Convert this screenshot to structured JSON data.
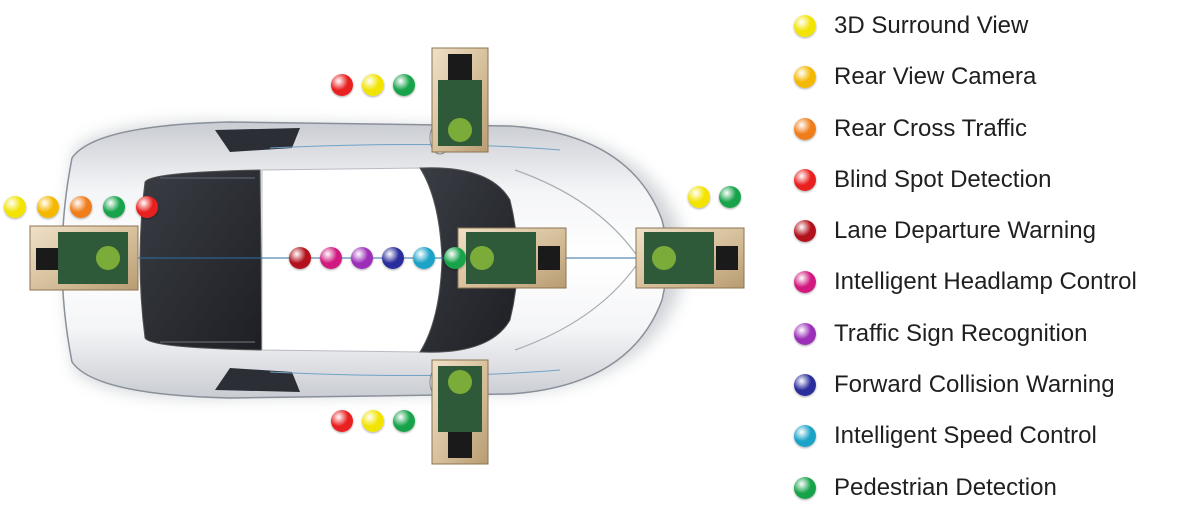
{
  "features": [
    {
      "key": "surround",
      "label": "3D Surround View",
      "color": "#f2e400"
    },
    {
      "key": "rearcam",
      "label": "Rear View Camera",
      "color": "#f5b800"
    },
    {
      "key": "crosstraf",
      "label": "Rear Cross Traffic",
      "color": "#f07d1a"
    },
    {
      "key": "blindspot",
      "label": "Blind Spot Detection",
      "color": "#e8201f"
    },
    {
      "key": "lane",
      "label": "Lane Departure Warning",
      "color": "#b3121c"
    },
    {
      "key": "headlamp",
      "label": "Intelligent Headlamp Control",
      "color": "#d1197f"
    },
    {
      "key": "sign",
      "label": "Traffic Sign Recognition",
      "color": "#9b2fb8"
    },
    {
      "key": "fcw",
      "label": "Forward Collision Warning",
      "color": "#2a2d9c"
    },
    {
      "key": "speed",
      "label": "Intelligent Speed Control",
      "color": "#1aa3c7"
    },
    {
      "key": "ped",
      "label": "Pedestrian Detection",
      "color": "#16a34a"
    }
  ],
  "camera_groups": [
    {
      "name": "rear-camera",
      "features": [
        "surround",
        "rearcam",
        "crosstraf",
        "ped",
        "blindspot"
      ]
    },
    {
      "name": "top-mirror-camera",
      "features": [
        "blindspot",
        "surround",
        "ped"
      ]
    },
    {
      "name": "bottom-mirror-camera",
      "features": [
        "blindspot",
        "surround",
        "ped"
      ]
    },
    {
      "name": "windshield-camera",
      "features": [
        "lane",
        "headlamp",
        "sign",
        "fcw",
        "speed",
        "ped"
      ]
    },
    {
      "name": "front-camera",
      "features": [
        "surround",
        "ped"
      ]
    }
  ]
}
